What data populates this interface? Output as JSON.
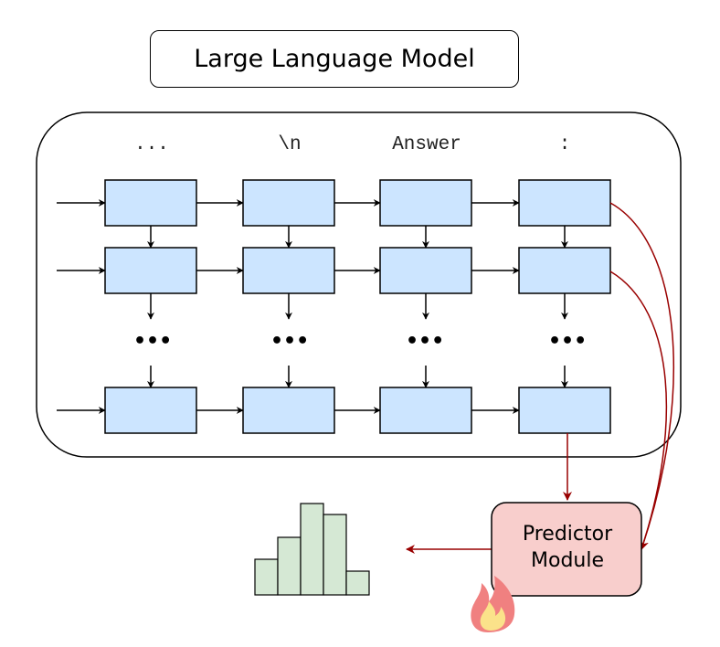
{
  "title": "Large Language Model",
  "tokens": [
    "...",
    "\\n",
    "Answer",
    ":"
  ],
  "ellipsis": "•••",
  "predictor": {
    "line1": "Predictor",
    "line2": "Module"
  },
  "colors": {
    "cell_fill": "#cce5ff",
    "predictor_fill": "#f8cecc",
    "histogram_fill": "#d5e8d4",
    "red_arrow": "#990000",
    "black": "#000000"
  },
  "icons": {
    "flame": "flame-icon",
    "histogram": "histogram-icon"
  }
}
